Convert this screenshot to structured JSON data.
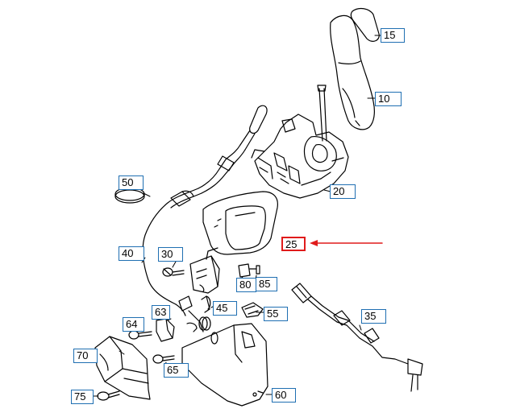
{
  "colors": {
    "callout_border": "#1f6fb2",
    "highlight": "#e01b1b",
    "line": "#000000"
  },
  "callouts": {
    "c15": "15",
    "c10": "10",
    "c20": "20",
    "c25": "25",
    "c50": "50",
    "c40": "40",
    "c30": "30",
    "c80": "80",
    "c85": "85",
    "c45": "45",
    "c55": "55",
    "c35": "35",
    "c63": "63",
    "c64": "64",
    "c70": "70",
    "c65": "65",
    "c75": "75",
    "c60": "60"
  },
  "highlighted_callout": "25"
}
